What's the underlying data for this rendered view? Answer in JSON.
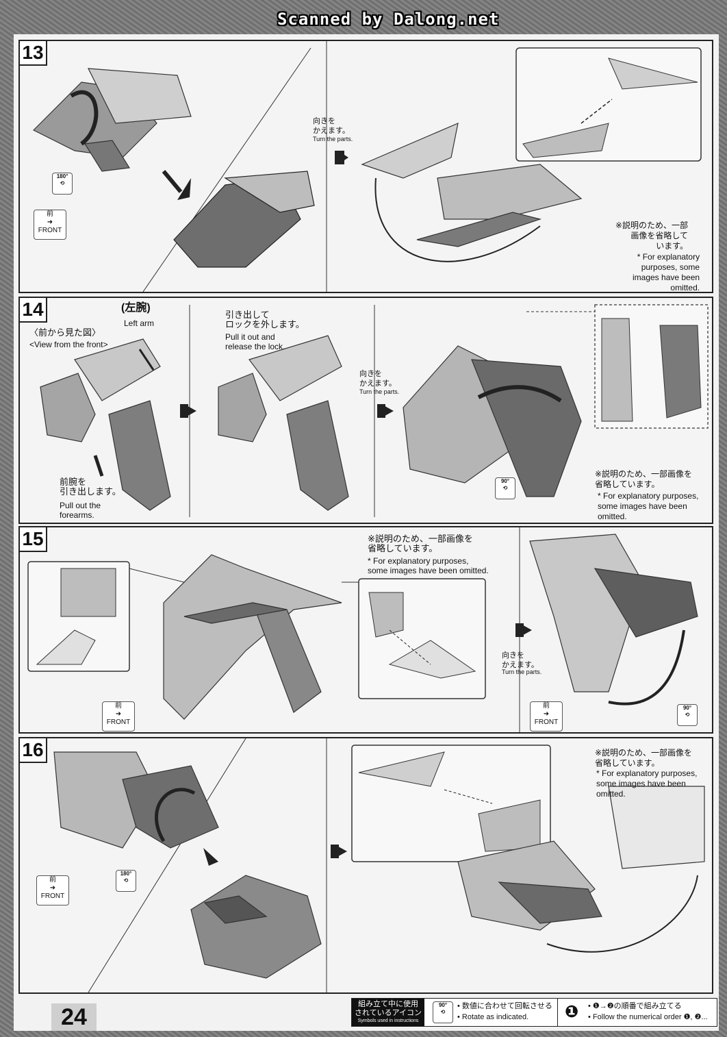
{
  "watermark": "Scanned by Dalong.net",
  "page_number": "24",
  "common": {
    "turn_jp": "向きを\nかえます。",
    "turn_en": "Turn the parts.",
    "front_jp": "前",
    "front_en": "FRONT",
    "omitted_jp": "※説明のため、一部\n画像を省略して\nいます。",
    "omitted_en": "* For explanatory\npurposes, some\nimages have been\nomitted."
  },
  "steps": [
    {
      "number": "13",
      "rotate_label": "180°"
    },
    {
      "number": "14",
      "left_arm_jp": "(左腕)",
      "left_arm_en": "Left arm",
      "view_jp": "〈前から見た図〉",
      "view_en": "<View from the front>",
      "pull_forearms_jp": "前腕を\n引き出します。",
      "pull_forearms_en": "Pull out the\nforearms.",
      "release_jp": "引き出して\nロックを外します。",
      "release_en": "Pull it out and\nrelease the lock.",
      "rotate_label": "90°",
      "omitted_jp": "※説明のため、一部画像を\n省略しています。",
      "omitted_en": "* For explanatory purposes,\nsome images have been\nomitted."
    },
    {
      "number": "15",
      "omitted_jp": "※説明のため、一部画像を\n省略しています。",
      "omitted_en": "* For explanatory purposes,\nsome images have been omitted.",
      "rotate_label": "90°"
    },
    {
      "number": "16",
      "rotate_label": "180°",
      "omitted_jp": "※説明のため、一部画像を\n省略しています。",
      "omitted_en": "* For explanatory purposes,\nsome images have been\nomitted."
    }
  ],
  "legend": {
    "title_jp": "組み立て中に使用\nされているアイコン",
    "title_en": "Symbols used in instructions",
    "rotate_icon": "90°",
    "rotate_jp": "• 数値に合わせて回転させる",
    "rotate_en": "• Rotate as indicated.",
    "order_jp": "• ❶→❷の順番で組み立てる",
    "order_en": "• Follow the numerical order ❶, ❷..."
  }
}
